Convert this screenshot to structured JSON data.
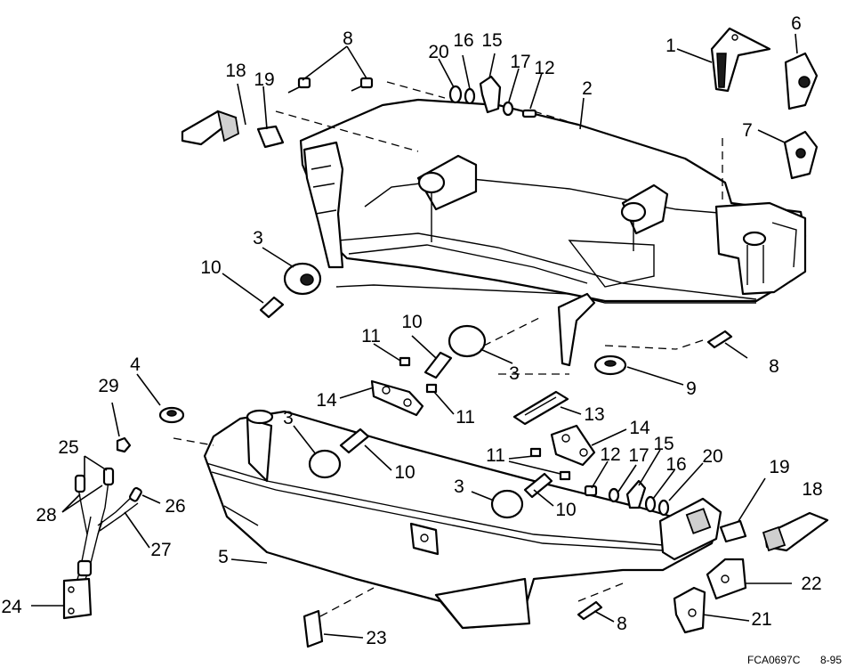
{
  "callouts": {
    "c1": "1",
    "c2": "2",
    "c3a": "3",
    "c3b": "3",
    "c3c": "3",
    "c3d": "3",
    "c4": "4",
    "c5": "5",
    "c6": "6",
    "c7": "7",
    "c8a": "8",
    "c8b": "8",
    "c8c": "8",
    "c9": "9",
    "c10a": "10",
    "c10b": "10",
    "c10c": "10",
    "c10d": "10",
    "c11a": "11",
    "c11b": "11",
    "c11c": "11",
    "c12a": "12",
    "c12b": "12",
    "c13": "13",
    "c14a": "14",
    "c14b": "14",
    "c15a": "15",
    "c15b": "15",
    "c16a": "16",
    "c16b": "16",
    "c17a": "17",
    "c17b": "17",
    "c18a": "18",
    "c18b": "18",
    "c19a": "19",
    "c19b": "19",
    "c20a": "20",
    "c20b": "20",
    "c21": "21",
    "c22": "22",
    "c23": "23",
    "c24": "24",
    "c25": "25",
    "c26": "26",
    "c27": "27",
    "c28": "28",
    "c29": "29"
  },
  "footer": {
    "figure_code": "FCA0697C",
    "revision": "8-95"
  }
}
